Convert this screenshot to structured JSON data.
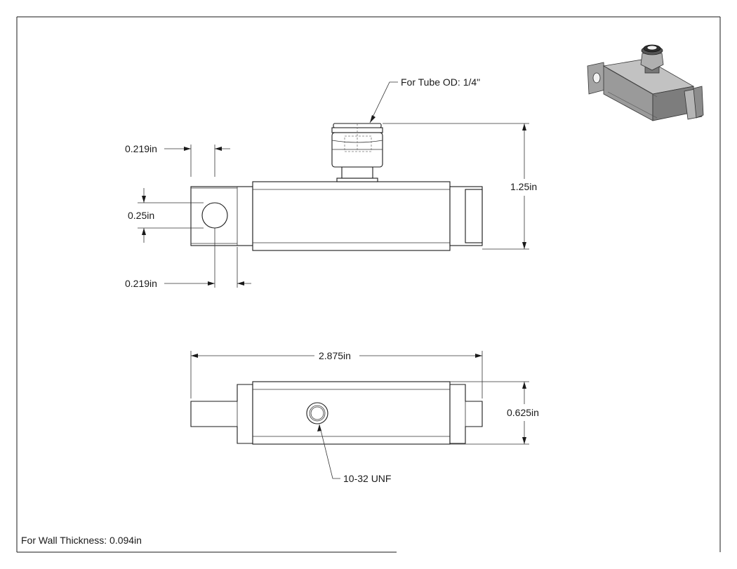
{
  "labels": {
    "tube_od": "For Tube OD: 1/4\"",
    "top_left_width": "0.219in",
    "hole_diameter": "0.25in",
    "bottom_left_width": "0.219in",
    "height": "1.25in",
    "overall_length": "2.875in",
    "width": "0.625in",
    "thread": "10-32 UNF",
    "wall_thickness": "For Wall Thickness: 0.094in"
  },
  "colors": {
    "line": "#1a1a1a",
    "iso_body": "#a9a9a9",
    "iso_dark": "#555555",
    "paper": "#ffffff"
  }
}
